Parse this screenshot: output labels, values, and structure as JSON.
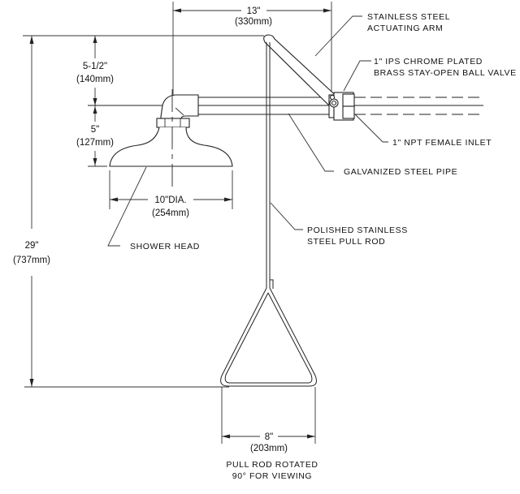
{
  "diagram": {
    "title": "Emergency Shower Assembly",
    "colors": {
      "line": "#222222",
      "background": "#ffffff"
    },
    "dimensions": {
      "horizontal_arm": {
        "imperial": "13\"",
        "metric": "(330mm)"
      },
      "pipe_height": {
        "imperial": "5-1/2\"",
        "metric": "(140mm)"
      },
      "head_height": {
        "imperial": "5\"",
        "metric": "(127mm)"
      },
      "head_diameter": {
        "imperial": "10\"DIA.",
        "metric": "(254mm)"
      },
      "overall_height": {
        "imperial": "29\"",
        "metric": "(737mm)"
      },
      "pull_rod_width": {
        "imperial": "8\"",
        "metric": "(203mm)"
      }
    },
    "callouts": {
      "actuating_arm": [
        "STAINLESS STEEL",
        "ACTUATING ARM"
      ],
      "ball_valve": [
        "1\" IPS CHROME PLATED",
        "BRASS STAY-OPEN BALL VALVE"
      ],
      "inlet": [
        "1\" NPT FEMALE INLET"
      ],
      "pipe": [
        "GALVANIZED STEEL PIPE"
      ],
      "pull_rod": [
        "POLISHED STAINLESS",
        "STEEL PULL ROD"
      ],
      "shower_head": [
        "SHOWER HEAD"
      ],
      "note": [
        "PULL ROD ROTATED",
        "90° FOR VIEWING"
      ]
    }
  }
}
